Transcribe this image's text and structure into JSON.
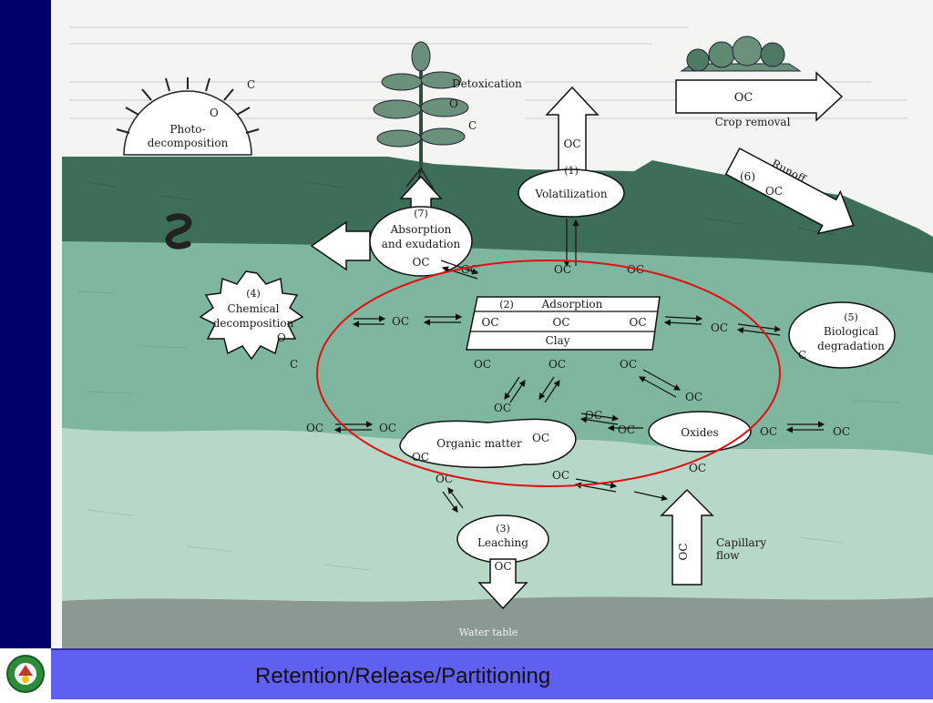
{
  "footer": {
    "title": "Retention/Release/Partitioning"
  },
  "logo": {
    "name": "institution-logo"
  },
  "colors": {
    "sidebar": "#00006b",
    "footer": "#5f5ff0",
    "topsoil": "#3c6e5a",
    "subsoil": "#7fb6a0",
    "lower": "#b7d8c8",
    "water": "#8a9a92",
    "highlight": "#e01010"
  },
  "diagram": {
    "photo": {
      "label1": "Photo-",
      "label2": "decomposition",
      "c": "C",
      "o": "O"
    },
    "detox": {
      "label": "Detoxication",
      "o": "O",
      "c": "C"
    },
    "crop": {
      "oc": "OC",
      "label": "Crop removal"
    },
    "volatil": {
      "num": "(1)",
      "label": "Volatilization",
      "oc": "OC"
    },
    "runoff": {
      "label": "Runoff",
      "num": "(6)",
      "oc": "OC"
    },
    "absorption": {
      "num": "(7)",
      "label1": "Absorption",
      "label2": "and exudation",
      "oc": "OC"
    },
    "chemical": {
      "num": "(4)",
      "label1": "Chemical",
      "label2": "decomposition",
      "o": "O",
      "c": "C"
    },
    "adsorption": {
      "num": "(2)",
      "label": "Adsorption",
      "oc1": "OC",
      "oc2": "OC",
      "oc3": "OC",
      "clay": "Clay"
    },
    "bio": {
      "num": "(5)",
      "label1": "Biological",
      "label2": "degradation",
      "c": "C"
    },
    "om": {
      "label": "Organic matter",
      "oc1": "OC",
      "oc2": "OC"
    },
    "oxides": {
      "label": "Oxides"
    },
    "leaching": {
      "num": "(3)",
      "label": "Leaching",
      "oc": "OC"
    },
    "capillary": {
      "oc": "OC",
      "label1": "Capillary",
      "label2": "flow"
    },
    "water": {
      "label": "Water table"
    },
    "oc": "OC"
  }
}
